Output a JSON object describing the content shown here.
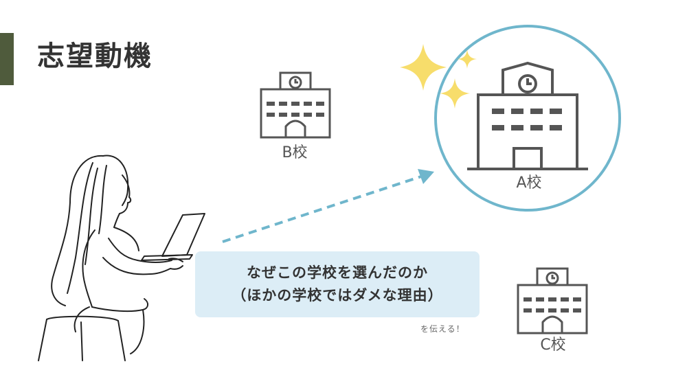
{
  "slide": {
    "title": "志望動機",
    "callout": {
      "line1": "なぜこの学校を選んだのか",
      "line2": "（ほかの学校ではダメな理由）"
    },
    "note": "を伝える！"
  },
  "schools": {
    "a": {
      "label": "A校",
      "icon": "school-building-icon",
      "highlighted": true
    },
    "b": {
      "label": "B校",
      "icon": "school-building-icon"
    },
    "c": {
      "label": "C校",
      "icon": "school-building-icon"
    }
  },
  "illustration": {
    "icon": "woman-laptop-line-art"
  },
  "colors": {
    "accent": "#4f5b3c",
    "title": "#333333",
    "highlight_circle": "#6fb6cc",
    "arrow": "#6fb6cc",
    "callout_bg": "#dcedf6",
    "sparkle": "#f7dd6b",
    "icon_stroke": "#555555"
  }
}
